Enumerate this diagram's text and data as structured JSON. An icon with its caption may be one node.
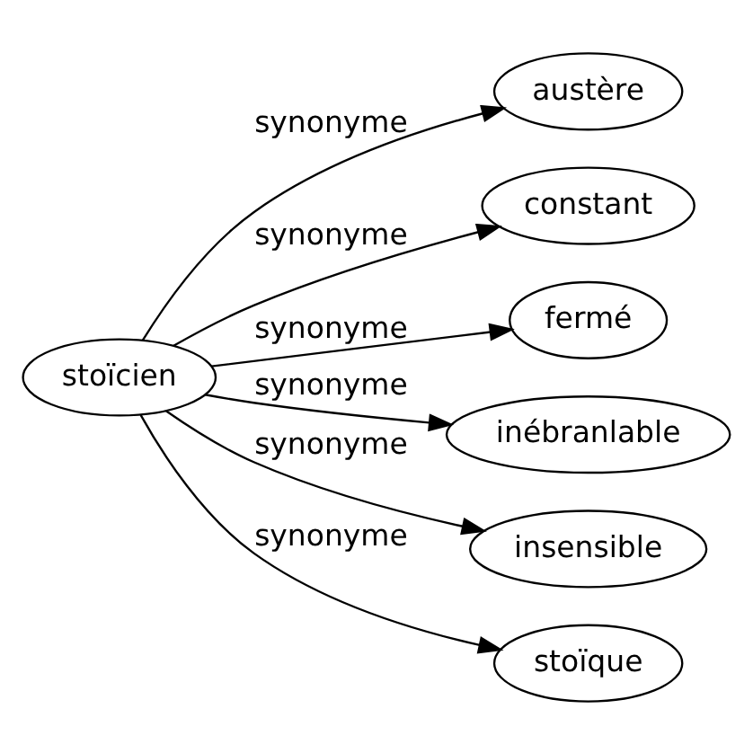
{
  "diagram": {
    "nodes": [
      {
        "text": [
          "stoïcien"
        ]
      },
      {
        "text": [
          "austère"
        ]
      },
      {
        "text": [
          "constant"
        ]
      },
      {
        "text": [
          "fermé"
        ]
      },
      {
        "text": [
          "inébranlable"
        ]
      },
      {
        "text": [
          "insensible"
        ]
      },
      {
        "text": [
          "stoïque"
        ]
      }
    ],
    "edges": [
      {
        "from": 0,
        "to": 1,
        "arrow": "to",
        "label": "synonyme"
      },
      {
        "from": 0,
        "to": 2,
        "arrow": "to",
        "label": "synonyme"
      },
      {
        "from": 0,
        "to": 3,
        "arrow": "to",
        "label": "synonyme"
      },
      {
        "from": 0,
        "to": 4,
        "arrow": "to",
        "label": "synonyme"
      },
      {
        "from": 0,
        "to": 5,
        "arrow": "to",
        "label": "synonyme"
      },
      {
        "from": 0,
        "to": 6,
        "arrow": "to",
        "label": "synonyme"
      }
    ]
  }
}
